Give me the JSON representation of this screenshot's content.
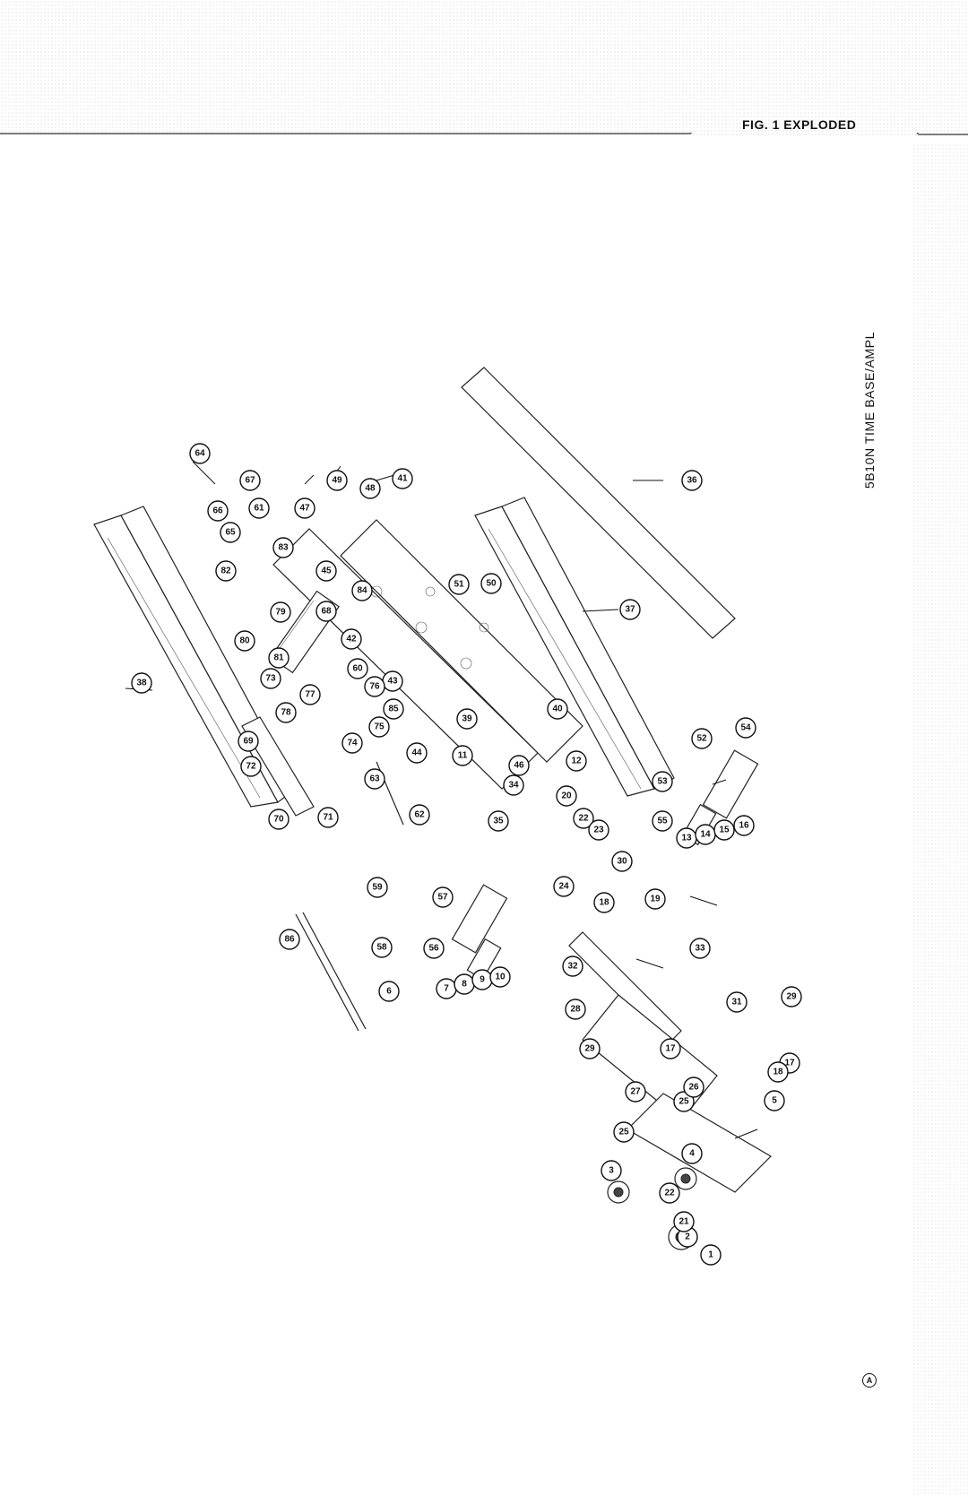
{
  "page": {
    "figure_title": "FIG. 1 EXPLODED",
    "side_title": "5B10N TIME BASE/AMPL",
    "revision_mark": "A"
  },
  "callouts": [
    {
      "id": "c1",
      "label": "1"
    },
    {
      "id": "c2",
      "label": "2"
    },
    {
      "id": "c3",
      "label": "3"
    },
    {
      "id": "c4",
      "label": "4"
    },
    {
      "id": "c5",
      "label": "5"
    },
    {
      "id": "c6",
      "label": "6"
    },
    {
      "id": "c7",
      "label": "7"
    },
    {
      "id": "c8",
      "label": "8"
    },
    {
      "id": "c9",
      "label": "9"
    },
    {
      "id": "c10",
      "label": "10"
    },
    {
      "id": "c11",
      "label": "11"
    },
    {
      "id": "c12",
      "label": "12"
    },
    {
      "id": "c13",
      "label": "13"
    },
    {
      "id": "c14",
      "label": "14"
    },
    {
      "id": "c15",
      "label": "15"
    },
    {
      "id": "c16",
      "label": "16"
    },
    {
      "id": "c17a",
      "label": "17"
    },
    {
      "id": "c17b",
      "label": "17"
    },
    {
      "id": "c18a",
      "label": "18"
    },
    {
      "id": "c18b",
      "label": "18"
    },
    {
      "id": "c19",
      "label": "19"
    },
    {
      "id": "c20",
      "label": "20"
    },
    {
      "id": "c21",
      "label": "21"
    },
    {
      "id": "c22a",
      "label": "22"
    },
    {
      "id": "c22b",
      "label": "22"
    },
    {
      "id": "c23",
      "label": "23"
    },
    {
      "id": "c24",
      "label": "24"
    },
    {
      "id": "c25a",
      "label": "25"
    },
    {
      "id": "c25b",
      "label": "25"
    },
    {
      "id": "c26",
      "label": "26"
    },
    {
      "id": "c27",
      "label": "27"
    },
    {
      "id": "c28",
      "label": "28"
    },
    {
      "id": "c29a",
      "label": "29"
    },
    {
      "id": "c29b",
      "label": "29"
    },
    {
      "id": "c30",
      "label": "30"
    },
    {
      "id": "c31",
      "label": "31"
    },
    {
      "id": "c32",
      "label": "32"
    },
    {
      "id": "c33",
      "label": "33"
    },
    {
      "id": "c34",
      "label": "34"
    },
    {
      "id": "c35",
      "label": "35"
    },
    {
      "id": "c36",
      "label": "36"
    },
    {
      "id": "c37",
      "label": "37"
    },
    {
      "id": "c38",
      "label": "38"
    },
    {
      "id": "c39",
      "label": "39"
    },
    {
      "id": "c40",
      "label": "40"
    },
    {
      "id": "c41",
      "label": "41"
    },
    {
      "id": "c42",
      "label": "42"
    },
    {
      "id": "c43",
      "label": "43"
    },
    {
      "id": "c44",
      "label": "44"
    },
    {
      "id": "c45",
      "label": "45"
    },
    {
      "id": "c46",
      "label": "46"
    },
    {
      "id": "c47",
      "label": "47"
    },
    {
      "id": "c48",
      "label": "48"
    },
    {
      "id": "c49",
      "label": "49"
    },
    {
      "id": "c50",
      "label": "50"
    },
    {
      "id": "c51",
      "label": "51"
    },
    {
      "id": "c52",
      "label": "52"
    },
    {
      "id": "c53",
      "label": "53"
    },
    {
      "id": "c54",
      "label": "54"
    },
    {
      "id": "c55",
      "label": "55"
    },
    {
      "id": "c56",
      "label": "56"
    },
    {
      "id": "c57",
      "label": "57"
    },
    {
      "id": "c58",
      "label": "58"
    },
    {
      "id": "c59",
      "label": "59"
    },
    {
      "id": "c60",
      "label": "60"
    },
    {
      "id": "c61",
      "label": "61"
    },
    {
      "id": "c62",
      "label": "62"
    },
    {
      "id": "c63",
      "label": "63"
    },
    {
      "id": "c64",
      "label": "64"
    },
    {
      "id": "c65",
      "label": "65"
    },
    {
      "id": "c66",
      "label": "66"
    },
    {
      "id": "c67",
      "label": "67"
    },
    {
      "id": "c68",
      "label": "68"
    },
    {
      "id": "c69",
      "label": "69"
    },
    {
      "id": "c70",
      "label": "70"
    },
    {
      "id": "c71",
      "label": "71"
    },
    {
      "id": "c72",
      "label": "72"
    },
    {
      "id": "c73",
      "label": "73"
    },
    {
      "id": "c74",
      "label": "74"
    },
    {
      "id": "c75",
      "label": "75"
    },
    {
      "id": "c76",
      "label": "76"
    },
    {
      "id": "c77",
      "label": "77"
    },
    {
      "id": "c78",
      "label": "78"
    },
    {
      "id": "c79",
      "label": "79"
    },
    {
      "id": "c80",
      "label": "80"
    },
    {
      "id": "c81",
      "label": "81"
    },
    {
      "id": "c82",
      "label": "82"
    },
    {
      "id": "c83",
      "label": "83"
    },
    {
      "id": "c84",
      "label": "84"
    },
    {
      "id": "c85",
      "label": "85"
    },
    {
      "id": "c86",
      "label": "86"
    }
  ]
}
